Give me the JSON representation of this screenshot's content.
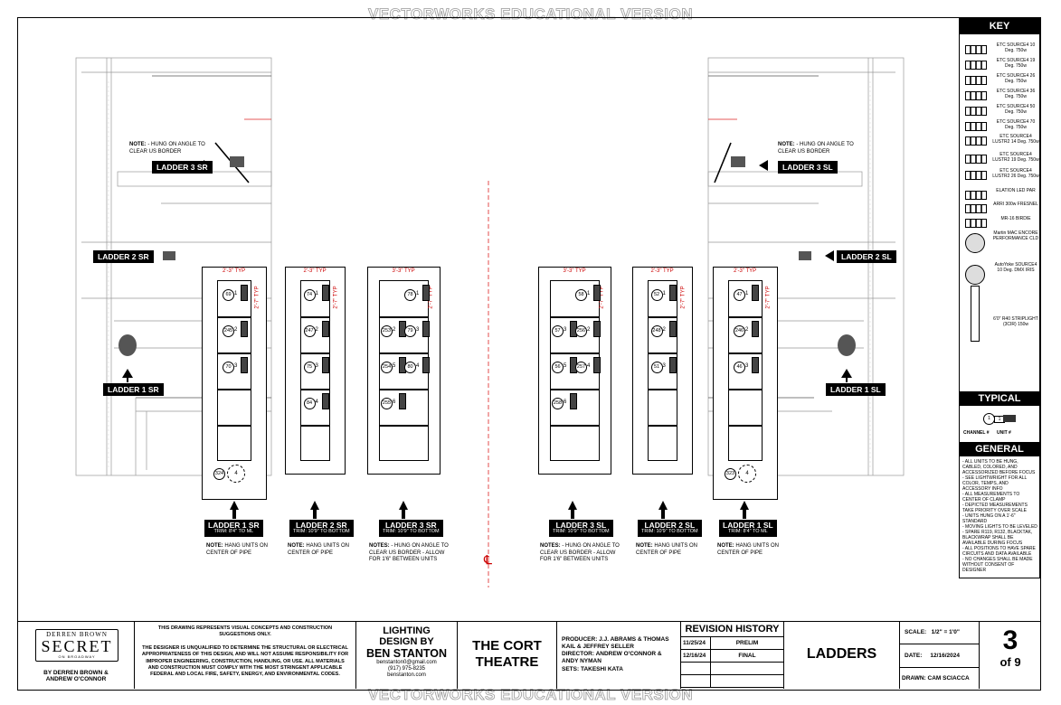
{
  "watermark": "VECTORWORKS EDUCATIONAL VERSION",
  "labels": {
    "l3sr": "LADDER 3 SR",
    "l2sr": "LADDER 2 SR",
    "l1sr": "LADDER 1 SR",
    "l3sl": "LADDER 3 SL",
    "l2sl": "LADDER 2 SL",
    "l1sl": "LADDER 1 SL",
    "centerline": "℄"
  },
  "notes": {
    "angle_sr_title": "NOTE:",
    "angle_sr_text": " - HUNG ON ANGLE TO CLEAR US BORDER",
    "angle_sl_title": "NOTE:",
    "angle_sl_text": " - HUNG ON ANGLE TO CLEAR US BORDER"
  },
  "ladders": [
    {
      "id": "l1sr",
      "dim_w": "2'-3\" TYP",
      "dim_h": "2'-7\" TYP",
      "cap": "LADDER 1 SR",
      "trim": "TRIM: 8'4\" TO ML",
      "note_t": "NOTE:",
      "note": " HANG UNITS ON CENTER OF PIPE",
      "units": [
        {
          "c": "69",
          "u": "1"
        },
        {
          "c": "245",
          "u": "2"
        },
        {
          "c": "70",
          "u": "3"
        }
      ],
      "bottom": {
        "c": "324",
        "u": "4"
      }
    },
    {
      "id": "l2sr",
      "dim_w": "2'-3\" TYP",
      "dim_h": "2'-7\" TYP",
      "cap": "LADDER 2 SR",
      "trim": "TRIM: 10'9\" TO BOTTOM",
      "note_t": "NOTE:",
      "note": " HANG UNITS ON CENTER OF PIPE",
      "units": [
        {
          "c": "74",
          "u": "1"
        },
        {
          "c": "247",
          "u": "2"
        },
        {
          "c": "75",
          "u": "3"
        },
        {
          "c": "84",
          "u": "4"
        }
      ]
    },
    {
      "id": "l3sr",
      "dim_w": "3'-3\" TYP",
      "dim_h": "2'-7\" TYP",
      "cap": "LADDER 3 SR",
      "trim": "TRIM: 10'9\" TO BOTTOM",
      "note_t": "NOTES:",
      "note": " - HUNG ON ANGLE TO CLEAR US BORDER - ALLOW FOR 1'6\" BETWEEN UNITS",
      "units": [
        {
          "c": "78",
          "u": "1"
        },
        {
          "c": "253",
          "u": "2"
        },
        {
          "c": "79",
          "u": "3"
        },
        {
          "c": "254",
          "u": "5"
        },
        {
          "c": "80",
          "u": "4"
        },
        {
          "c": "255",
          "u": "6"
        }
      ]
    },
    {
      "id": "l3sl",
      "dim_w": "3'-3\" TYP",
      "dim_h": "2'-7\" TYP",
      "cap": "LADDER 3 SL",
      "trim": "TRIM: 10'9\" TO BOTTOM",
      "note_t": "NOTES:",
      "note": " - HUNG ON ANGLE TO CLEAR US BORDER - ALLOW FOR 1'6\" BETWEEN UNITS",
      "units": [
        {
          "c": "58",
          "u": "1"
        },
        {
          "c": "57",
          "u": "3"
        },
        {
          "c": "256",
          "u": "2"
        },
        {
          "c": "56",
          "u": "5"
        },
        {
          "c": "257",
          "u": "4"
        },
        {
          "c": "258",
          "u": "6"
        }
      ]
    },
    {
      "id": "l2sl",
      "dim_w": "2'-3\" TYP",
      "dim_h": "2'-7\" TYP",
      "cap": "LADDER 2 SL",
      "trim": "TRIM: 10'9\" TO BOTTOM",
      "note_t": "NOTE:",
      "note": " HANG UNITS ON CENTER OF PIPE",
      "units": [
        {
          "c": "52",
          "u": "1"
        },
        {
          "c": "248",
          "u": "2"
        },
        {
          "c": "51",
          "u": "3"
        }
      ]
    },
    {
      "id": "l1sl",
      "dim_w": "2'-3\" TYP",
      "dim_h": "2'-7\" TYP",
      "cap": "LADDER 1 SL",
      "trim": "TRIM: 8'4\" TO ML",
      "note_t": "NOTE:",
      "note": " HANG UNITS ON CENTER OF PIPE",
      "units": [
        {
          "c": "47",
          "u": "1"
        },
        {
          "c": "246",
          "u": "2"
        },
        {
          "c": "46",
          "u": "3"
        }
      ],
      "bottom": {
        "c": "323",
        "u": "4"
      }
    }
  ],
  "key": {
    "title": "KEY",
    "items": [
      "ETC SOURCE4 10 Deg. 750w",
      "ETC SOURCE4 19 Deg. 750w",
      "ETC SOURCE4 26 Deg. 750w",
      "ETC SOURCE4 36 Deg. 750w",
      "ETC SOURCE4 50 Deg. 750w",
      "ETC SOURCE4 70 Deg. 750w",
      "ETC SOURCE4 LUSTR2 14 Deg. 750w",
      "ETC SOURCE4 LUSTR2 19 Deg. 750w",
      "ETC SOURCE4 LUSTR2 26 Deg. 750w",
      "ELATION LED PAR",
      "ARRI 300w FRESNEL",
      "MR-16 BIRDIE",
      "Martin MAC ENCORE PERFORMANCE CLD",
      "AutoYoke SOURCE4 10 Deg. DMX IRIS",
      "6'0\" R40 STRIPLIGHT (3CIR) 150w"
    ]
  },
  "typical": {
    "title": "TYPICAL",
    "chan": "1",
    "unit": "1",
    "chan_label": "CHANNEL #",
    "unit_label": "UNIT #"
  },
  "general_notes": {
    "title": "GENERAL NOTES",
    "items": [
      "- ALL UNITS TO BE HUNG, CABLED, COLORED, AND ACCESSORIZED BEFORE FOCUS",
      "- SEE LIGHTWRIGHT FOR ALL COLOR, TEMPS, AND ACCESSORY INFO",
      "- ALL MEASUREMENTS TO CENTER OF CLAMP",
      "- DEPICTED MEASUREMENTS TAKE PRIORITY OVER SCALE",
      "- UNITS HUNG ON A 1'-6\" STANDARD",
      "- MOVING LIGHTS TO BE LEVELED",
      "- SPARE R119, R132, BLACKTAK, BLACKWRAP SHALL BE AVAILABLE DURING FOCUS",
      "- ALL POSITIONS TO HAVE SPARE CIRCUITS AND DATA AVAILABLE",
      "- NO CHANGES SHALL BE MADE WITHOUT CONSENT OF DESIGNER"
    ]
  },
  "titleblock": {
    "logo_top": "DERREN BROWN",
    "logo_main": "SECRET",
    "logo_sub": "ON BROADWAY",
    "logo_by": "BY DERREN BROWN & ANDREW O'CONNOR",
    "disclaimer1": "THIS DRAWING REPRESENTS VISUAL CONCEPTS AND CONSTRUCTION SUGGESTIONS ONLY.",
    "disclaimer2": "THE DESIGNER IS UNQUALIFIED TO DETERMINE THE STRUCTURAL OR ELECTRICAL APPROPRIATENESS OF THIS DESIGN, AND WILL NOT ASSUME RESPONSIBILITY FOR IMPROPER ENGINEERING, CONSTRUCTION, HANDLING, OR USE. ALL MATERIALS AND CONSTRUCTION MUST COMPLY WITH THE MOST STRINGENT APPLICABLE FEDERAL AND LOCAL FIRE, SAFETY, ENERGY, AND ENVIRONMENTAL CODES.",
    "design_by": "LIGHTING DESIGN BY",
    "designer": "BEN STANTON",
    "email": "benstanton0@gmail.com",
    "phone": "(917) 975-8235",
    "site": "benstanton.com",
    "theatre": "THE CORT THEATRE",
    "producer_t": "PRODUCER:",
    "producer": " J.J. ABRAMS & THOMAS KAIL & JEFFREY SELLER",
    "director_t": "DIRECTOR:",
    "director": " ANDREW O'CONNOR & ANDY NYMAN",
    "sets_t": "SETS:",
    "sets": " TAKESHI KATA",
    "revision_title": "REVISION HISTORY",
    "revisions": [
      {
        "date": "11/25/24",
        "label": "PRELIM"
      },
      {
        "date": "12/16/24",
        "label": "FINAL"
      }
    ],
    "sheet_title": "LADDERS",
    "scale_t": "SCALE:",
    "scale": "1/2\" = 1'0\"",
    "date_t": "DATE:",
    "date": "12/16/2024",
    "drawn": "DRAWN: CAM SCIACCA",
    "sheet_no": "3",
    "sheet_of": "of 9"
  }
}
